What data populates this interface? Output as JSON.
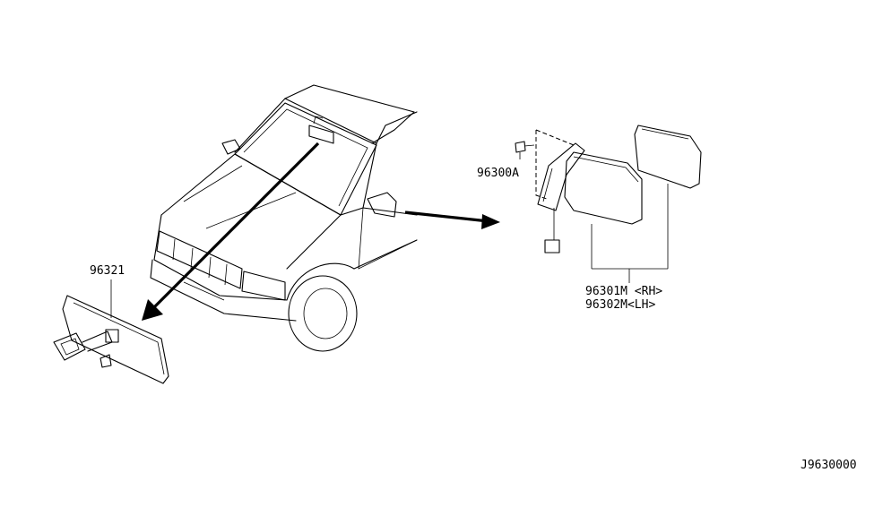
{
  "parts": {
    "inside_mirror": "96321",
    "screw": "96300A",
    "door_mirror_rh": "96301M <RH>",
    "door_mirror_lh": "96302M<LH>"
  },
  "diagram_code": "J9630000"
}
